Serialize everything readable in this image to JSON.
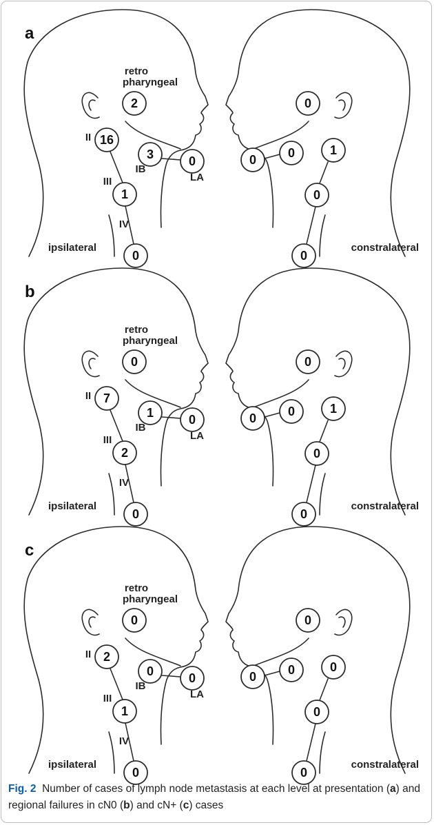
{
  "figure": {
    "panels": [
      {
        "letter": "a",
        "ipsilateral_label": "ipsilateral",
        "contralateral_label": "constralateral",
        "retro_line1": "retro",
        "retro_line2": "pharyngeal",
        "level_labels": {
          "II": "II",
          "III": "III",
          "IV": "IV",
          "IB": "IB",
          "LA": "LA"
        },
        "ipsilateral": {
          "retropharyngeal": "2",
          "II": "16",
          "IB": "3",
          "LA": "0",
          "III": "1",
          "IV": "0"
        },
        "contralateral": {
          "retropharyngeal": "0",
          "LA": "0",
          "IB": "0",
          "II": "1",
          "III": "0",
          "IV": "0"
        }
      },
      {
        "letter": "b",
        "ipsilateral_label": "ipsilateral",
        "contralateral_label": "constralateral",
        "retro_line1": "retro",
        "retro_line2": "pharyngeal",
        "level_labels": {
          "II": "II",
          "III": "III",
          "IV": "IV",
          "IB": "IB",
          "LA": "LA"
        },
        "ipsilateral": {
          "retropharyngeal": "0",
          "II": "7",
          "IB": "1",
          "LA": "0",
          "III": "2",
          "IV": "0"
        },
        "contralateral": {
          "retropharyngeal": "0",
          "LA": "0",
          "IB": "0",
          "II": "1",
          "III": "0",
          "IV": "0"
        }
      },
      {
        "letter": "c",
        "ipsilateral_label": "ipsilateral",
        "contralateral_label": "constralateral",
        "retro_line1": "retro",
        "retro_line2": "pharyngeal",
        "level_labels": {
          "II": "II",
          "III": "III",
          "IV": "IV",
          "IB": "IB",
          "LA": "LA"
        },
        "ipsilateral": {
          "retropharyngeal": "0",
          "II": "2",
          "IB": "0",
          "LA": "0",
          "III": "1",
          "IV": "0"
        },
        "contralateral": {
          "retropharyngeal": "0",
          "LA": "0",
          "IB": "0",
          "II": "0",
          "III": "0",
          "IV": "0"
        }
      }
    ],
    "caption": {
      "fig_label": "Fig. 2",
      "t1": "Number of cases of lymph node metastasis at each level at presentation (",
      "a": "a",
      "t2": ") and regional failures in cN0 (",
      "b": "b",
      "t3": ") and cN+ (",
      "c": "c",
      "t4": ") cases"
    }
  },
  "colors": {
    "outline": "#2b2b2b",
    "node_fill": "#ffffff",
    "text": "#222222",
    "caption_label": "#0b5ea8",
    "frame": "#bdbdbd"
  }
}
